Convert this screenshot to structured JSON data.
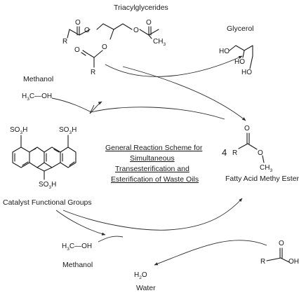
{
  "labels": {
    "triacylglycerides": "Triacylglycerides",
    "glycerol": "Glycerol",
    "methanol_top": "Methanol",
    "methanol_bottom": "Methanol",
    "catalyst": "Catalyst Functional Groups",
    "fame": "Fatty Acid Methy Ester",
    "water": "Water",
    "coefficient": "4"
  },
  "title_lines": [
    "General Reaction Scheme for",
    "Simultaneous",
    "Transesterification and",
    "Esterification of Waste Oils"
  ],
  "atoms": {
    "R": "R",
    "O": "O",
    "HO": "HO",
    "OH": "OH",
    "H3C": "H",
    "C": "C",
    "H": "H",
    "SO3H_left": "SO",
    "SO3H_right": "SO",
    "SO3H_bottom": "SO",
    "sub3": "3",
    "sub2": "2",
    "H_suffix": "H",
    "CH3": "CH",
    "dash_OH": "OH"
  },
  "colors": {
    "ink": "#1a1a1a",
    "arrow": "#2a2a2a",
    "background": "#ffffff"
  }
}
